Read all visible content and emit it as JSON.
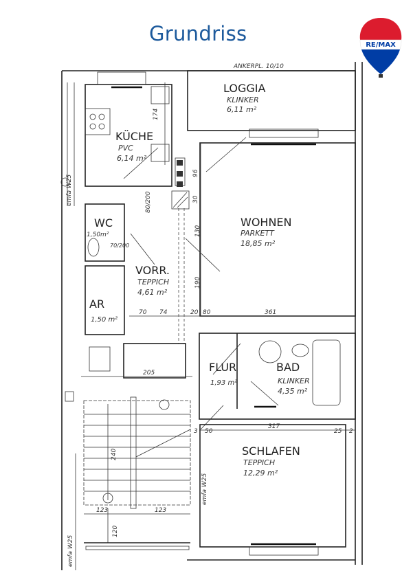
{
  "header": {
    "title": "Grundriss",
    "logo_text": "RE/MAX"
  },
  "colors": {
    "title": "#1d5a9c",
    "logo_red": "#dc1c2e",
    "logo_blue": "#003da5"
  },
  "plan": {
    "note_top": "ANKERPL. 10/10",
    "rooms": [
      {
        "name": "LOGGIA",
        "floor": "KLINKER",
        "area": "6,11 m²"
      },
      {
        "name": "KÜCHE",
        "floor": "PVC",
        "area": "6,14 m²"
      },
      {
        "name": "WOHNEN",
        "floor": "PARKETT",
        "area": "18,85 m²"
      },
      {
        "name": "WC",
        "floor": "",
        "area": "1,50m²"
      },
      {
        "name": "VORR.",
        "floor": "TEPPICH",
        "area": "4,61 m²"
      },
      {
        "name": "AR",
        "floor": "",
        "area": "1,50 m²"
      },
      {
        "name": "FLUR",
        "floor": "",
        "area": "1,93 m²"
      },
      {
        "name": "BAD",
        "floor": "KLINKER",
        "area": "4,35 m²"
      },
      {
        "name": "SCHLAFEN",
        "floor": "TEPPICH",
        "area": "12,29 m²"
      }
    ],
    "dimensions": [
      "361",
      "317",
      "205",
      "123",
      "123",
      "174",
      "96",
      "30",
      "130",
      "190",
      "80/200",
      "70/200",
      "120",
      "240",
      "25",
      "2",
      "3",
      "50",
      "70",
      "74",
      "20",
      "80"
    ],
    "wall_notes": [
      "emfa W25",
      "emfa W25",
      "emfa W25"
    ]
  }
}
